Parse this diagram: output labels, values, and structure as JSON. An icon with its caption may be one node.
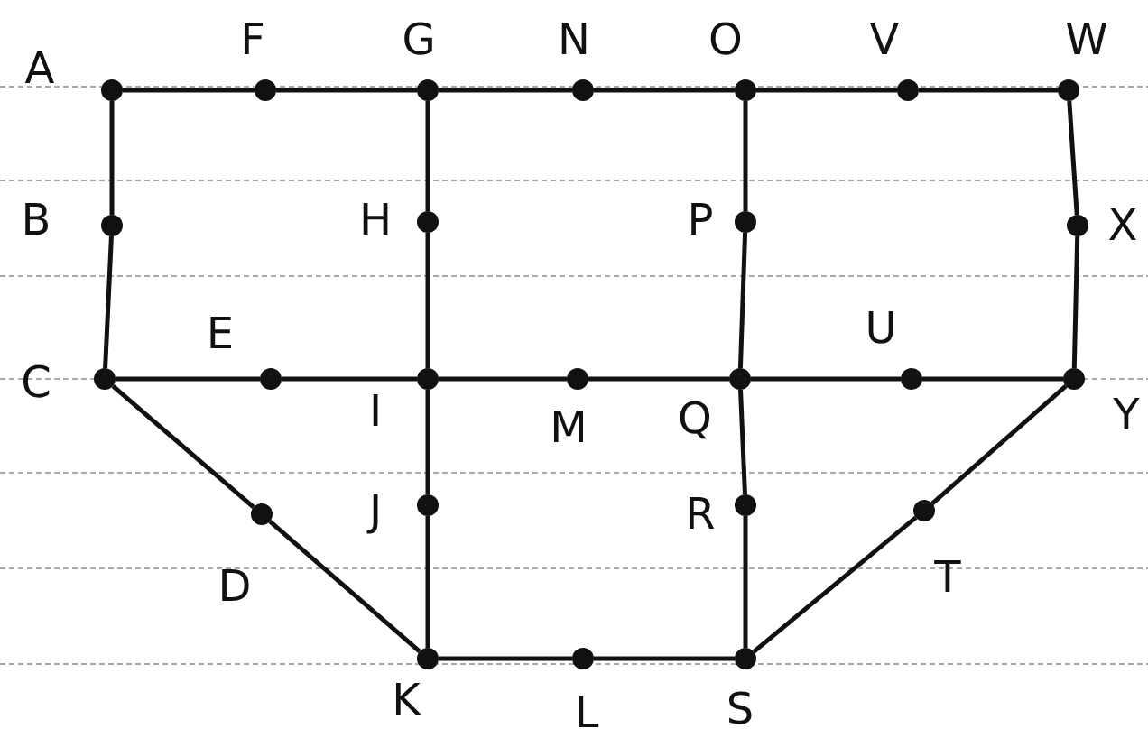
{
  "diagram": {
    "nodes": [
      {
        "text": [],
        "shape": "circle",
        "beside": [
          "A"
        ]
      },
      {
        "text": [],
        "shape": "circle",
        "beside": [
          "F"
        ]
      },
      {
        "text": [],
        "shape": "circle",
        "beside": [
          "G"
        ]
      },
      {
        "text": [],
        "shape": "circle",
        "beside": [
          "N"
        ]
      },
      {
        "text": [],
        "shape": "circle",
        "beside": [
          "O"
        ]
      },
      {
        "text": [],
        "shape": "circle",
        "beside": [
          "V"
        ]
      },
      {
        "text": [],
        "shape": "circle",
        "beside": [
          "W"
        ]
      },
      {
        "text": [],
        "shape": "circle",
        "beside": [
          "B"
        ]
      },
      {
        "text": [],
        "shape": "circle",
        "beside": [
          "H"
        ]
      },
      {
        "text": [],
        "shape": "circle",
        "beside": [
          "P"
        ]
      },
      {
        "text": [],
        "shape": "circle",
        "beside": [
          "X"
        ]
      },
      {
        "text": [],
        "shape": "circle",
        "beside": [
          "C"
        ]
      },
      {
        "text": [],
        "shape": "circle",
        "beside": [
          "E"
        ]
      },
      {
        "text": [],
        "shape": "circle",
        "beside": [
          "I"
        ]
      },
      {
        "text": [],
        "shape": "circle",
        "beside": [
          "M"
        ]
      },
      {
        "text": [],
        "shape": "circle",
        "beside": [
          "Q"
        ]
      },
      {
        "text": [],
        "shape": "circle",
        "beside": [
          "U"
        ]
      },
      {
        "text": [],
        "shape": "circle",
        "beside": [
          "Y"
        ]
      },
      {
        "text": [],
        "shape": "circle",
        "beside": [
          "D"
        ]
      },
      {
        "text": [],
        "shape": "circle",
        "beside": [
          "J"
        ]
      },
      {
        "text": [],
        "shape": "circle",
        "beside": [
          "R"
        ]
      },
      {
        "text": [],
        "shape": "circle",
        "beside": [
          "T"
        ]
      },
      {
        "text": [],
        "shape": "circle",
        "beside": [
          "K"
        ]
      },
      {
        "text": [],
        "shape": "circle",
        "beside": [
          "L"
        ]
      },
      {
        "text": [],
        "shape": "circle",
        "beside": [
          "S"
        ]
      }
    ],
    "edges": [
      {
        "from": 0,
        "to": 1,
        "arrow": "none"
      },
      {
        "from": 1,
        "to": 2,
        "arrow": "none"
      },
      {
        "from": 2,
        "to": 3,
        "arrow": "none"
      },
      {
        "from": 3,
        "to": 4,
        "arrow": "none"
      },
      {
        "from": 4,
        "to": 5,
        "arrow": "none"
      },
      {
        "from": 5,
        "to": 6,
        "arrow": "none"
      },
      {
        "from": 0,
        "to": 7,
        "arrow": "none"
      },
      {
        "from": 7,
        "to": 11,
        "arrow": "none"
      },
      {
        "from": 2,
        "to": 8,
        "arrow": "none"
      },
      {
        "from": 8,
        "to": 13,
        "arrow": "none"
      },
      {
        "from": 4,
        "to": 9,
        "arrow": "none"
      },
      {
        "from": 9,
        "to": 15,
        "arrow": "none"
      },
      {
        "from": 6,
        "to": 10,
        "arrow": "none"
      },
      {
        "from": 10,
        "to": 17,
        "arrow": "none"
      },
      {
        "from": 11,
        "to": 12,
        "arrow": "none"
      },
      {
        "from": 12,
        "to": 13,
        "arrow": "none"
      },
      {
        "from": 13,
        "to": 14,
        "arrow": "none"
      },
      {
        "from": 14,
        "to": 15,
        "arrow": "none"
      },
      {
        "from": 15,
        "to": 16,
        "arrow": "none"
      },
      {
        "from": 16,
        "to": 17,
        "arrow": "none"
      },
      {
        "from": 11,
        "to": 18,
        "arrow": "none"
      },
      {
        "from": 18,
        "to": 22,
        "arrow": "none"
      },
      {
        "from": 13,
        "to": 19,
        "arrow": "none"
      },
      {
        "from": 19,
        "to": 22,
        "arrow": "none"
      },
      {
        "from": 15,
        "to": 20,
        "arrow": "none"
      },
      {
        "from": 20,
        "to": 24,
        "arrow": "none"
      },
      {
        "from": 17,
        "to": 21,
        "arrow": "none"
      },
      {
        "from": 21,
        "to": 24,
        "arrow": "none"
      },
      {
        "from": 22,
        "to": 23,
        "arrow": "none"
      },
      {
        "from": 23,
        "to": 24,
        "arrow": "none"
      }
    ]
  }
}
